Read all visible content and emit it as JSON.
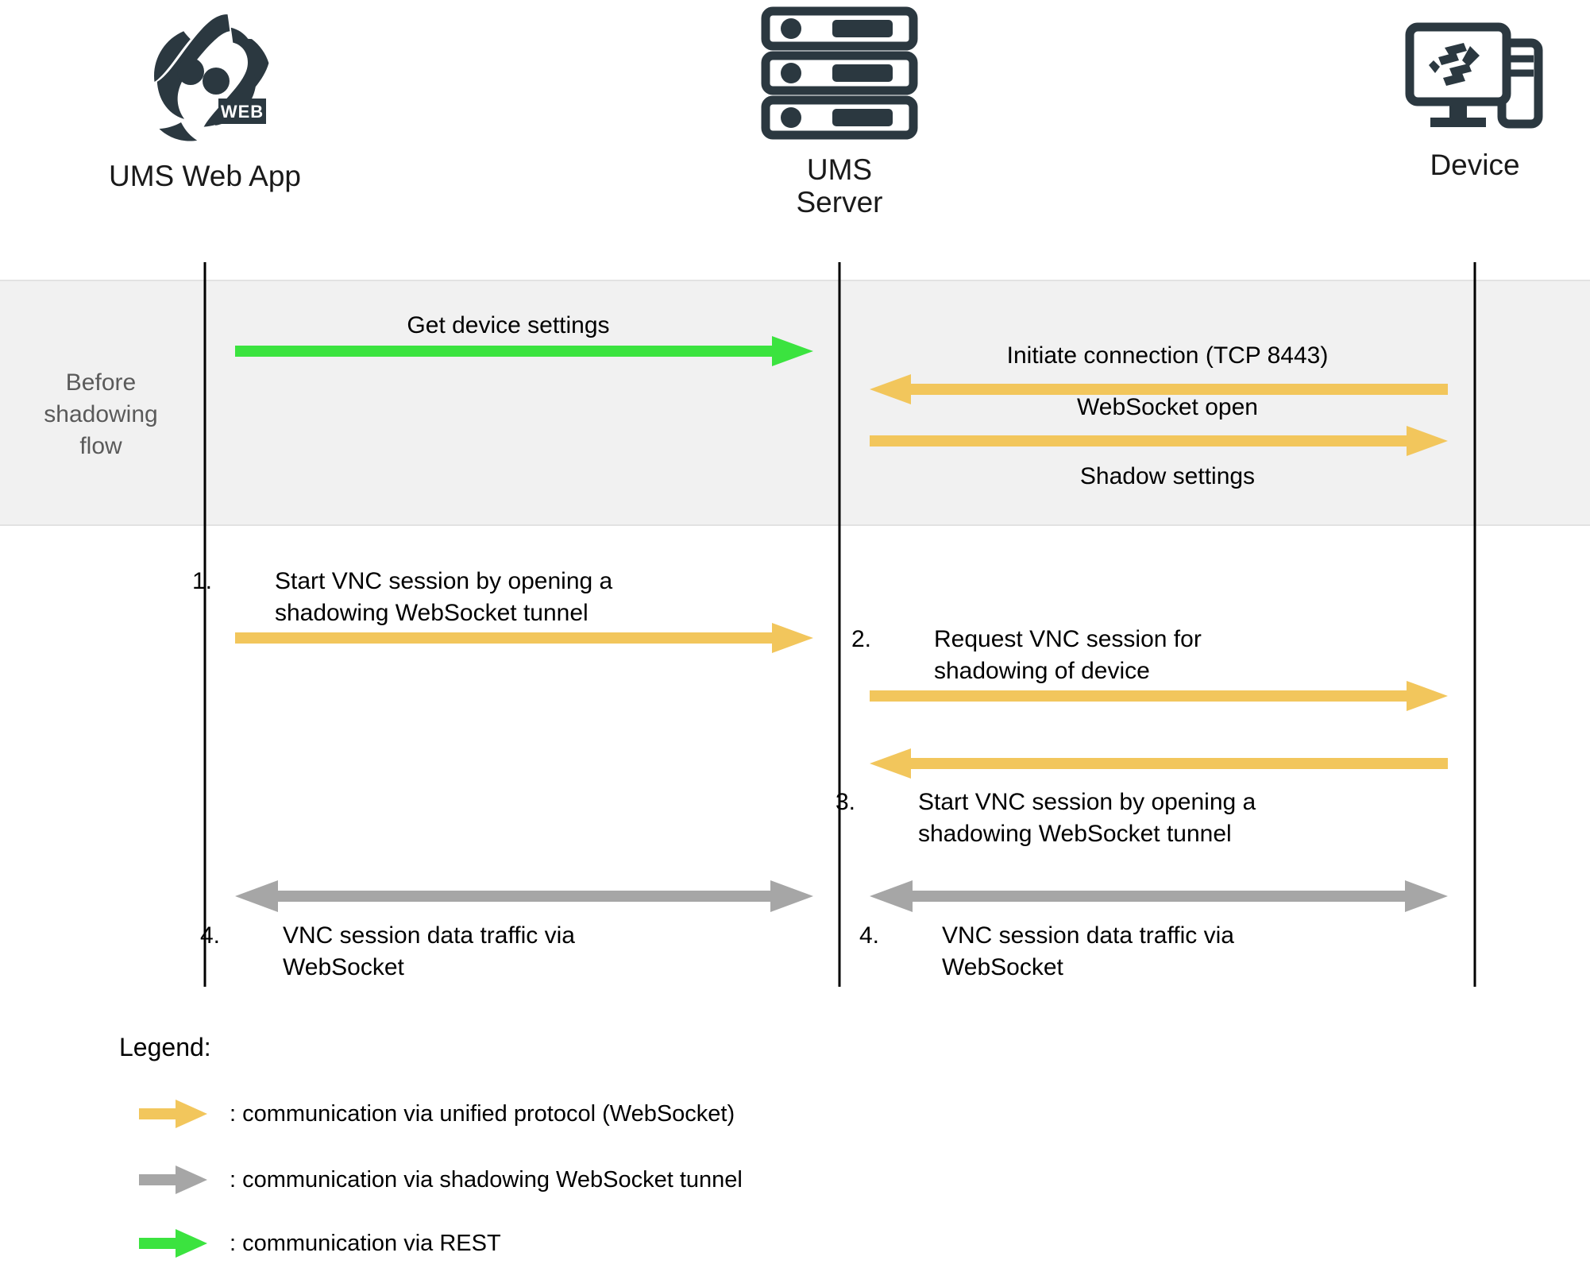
{
  "diagram": {
    "type": "sequence-diagram",
    "title": "UMS device shadowing (VNC) sequence",
    "colors": {
      "websocket": "#F2C65C",
      "tunnel": "#A6A6A6",
      "rest": "#3BE33F",
      "lifeline": "#000000",
      "band": "#F1F1F1",
      "band_border": "#E2E2E2",
      "band_label_text": "#5A5A5A",
      "icon": "#2B3840"
    }
  },
  "actors": [
    {
      "id": "web-app",
      "label": "UMS Web App",
      "icon": "ums-web-logo-icon"
    },
    {
      "id": "server",
      "label": "UMS\nServer",
      "icon": "server-rack-icon"
    },
    {
      "id": "device",
      "label": "Device",
      "icon": "desktop-device-icon"
    }
  ],
  "phases": [
    {
      "id": "before-shadowing",
      "label": "Before\nshadowing\nflow"
    }
  ],
  "messages": [
    {
      "id": "get-device-settings",
      "label": "Get device settings",
      "from": "web-app",
      "to": "server",
      "direction": "right",
      "kind": "rest",
      "phase": "before-shadowing",
      "label_position": "above"
    },
    {
      "id": "initiate-connection",
      "label": "Initiate connection (TCP 8443)",
      "from": "device",
      "to": "server",
      "direction": "left",
      "kind": "websocket",
      "phase": "before-shadowing",
      "label_position": "above"
    },
    {
      "id": "websocket-open",
      "label": "WebSocket open",
      "from": "server",
      "to": "device",
      "direction": "right",
      "kind": "websocket",
      "phase": "before-shadowing",
      "label_position": "above"
    },
    {
      "id": "shadow-settings",
      "label": "Shadow settings",
      "from": "server",
      "to": "device",
      "direction": "right",
      "kind": "websocket",
      "phase": "before-shadowing",
      "label_position": "below",
      "note": "label only, belongs to WebSocket open arrow"
    },
    {
      "id": "step-1",
      "number": "1.",
      "label": "Start VNC session by opening a\nshadowing WebSocket tunnel",
      "from": "web-app",
      "to": "server",
      "direction": "right",
      "kind": "websocket",
      "label_position": "above"
    },
    {
      "id": "step-2",
      "number": "2.",
      "label": "Request VNC session for\nshadowing of device",
      "from": "server",
      "to": "device",
      "direction": "right",
      "kind": "websocket",
      "label_position": "above"
    },
    {
      "id": "step-3",
      "number": "3.",
      "label": "Start VNC session by opening a\nshadowing WebSocket tunnel",
      "from": "device",
      "to": "server",
      "direction": "left",
      "kind": "websocket",
      "label_position": "below"
    },
    {
      "id": "step-4-left",
      "number": "4.",
      "label": "VNC session data traffic via\nWebSocket",
      "from": "web-app",
      "to": "server",
      "direction": "both",
      "kind": "tunnel",
      "label_position": "below"
    },
    {
      "id": "step-4-right",
      "number": "4.",
      "label": "VNC session data traffic via\nWebSocket",
      "from": "server",
      "to": "device",
      "direction": "both",
      "kind": "tunnel",
      "label_position": "below"
    }
  ],
  "legend": {
    "title": "Legend:",
    "items": [
      {
        "id": "legend-websocket",
        "kind": "websocket",
        "text": ": communication via unified protocol (WebSocket)"
      },
      {
        "id": "legend-tunnel",
        "kind": "tunnel",
        "text": ": communication via shadowing WebSocket tunnel"
      },
      {
        "id": "legend-rest",
        "kind": "rest",
        "text": ": communication via REST"
      }
    ]
  }
}
